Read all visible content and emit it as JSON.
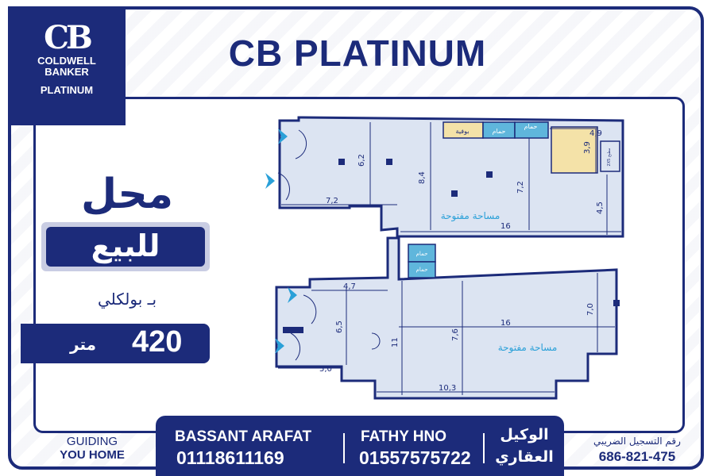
{
  "header": {
    "title": "CB PLATINUM"
  },
  "logo": {
    "mark": "CB",
    "line1": "COLDWELL",
    "line2": "BANKER",
    "line3": "PLATINUM"
  },
  "listing": {
    "type": "محل",
    "status": "للبيع",
    "location": "بـ بولكلي",
    "area_value": "420",
    "area_unit": "متر"
  },
  "plan": {
    "labels": {
      "buffet": "بوفية",
      "bath": "حمام",
      "open_space": "مساحة مفتوحة",
      "small_room": "2X5 مطبخ"
    },
    "dimensions": [
      "6,2",
      "8,4",
      "7,2",
      "4,9",
      "3,9",
      "4,5",
      "7,2",
      "16",
      "4,7",
      "6,5",
      "11",
      "7,6",
      "16",
      "7,0",
      "5,0",
      "10,3"
    ]
  },
  "footer": {
    "slogan_line1": "GUIDING",
    "slogan_line2": "YOU HOME",
    "agent1_name": "BASSANT ARAFAT",
    "agent1_phone": "01118611169",
    "agent2_name": "FATHY HNO",
    "agent2_phone": "01557575722",
    "agent_title_line1": "الوكيل",
    "agent_title_line2": "العقاري",
    "tax_label": "رقم التسجيل الضريبي",
    "tax_number": "686-821-475"
  },
  "colors": {
    "brand": "#1c2b7a",
    "plan_fill": "#dce4f2",
    "bath_fill": "#5fb6dc",
    "kitchen_fill": "#f4e2a8",
    "accent_text": "#2aa0d8"
  }
}
